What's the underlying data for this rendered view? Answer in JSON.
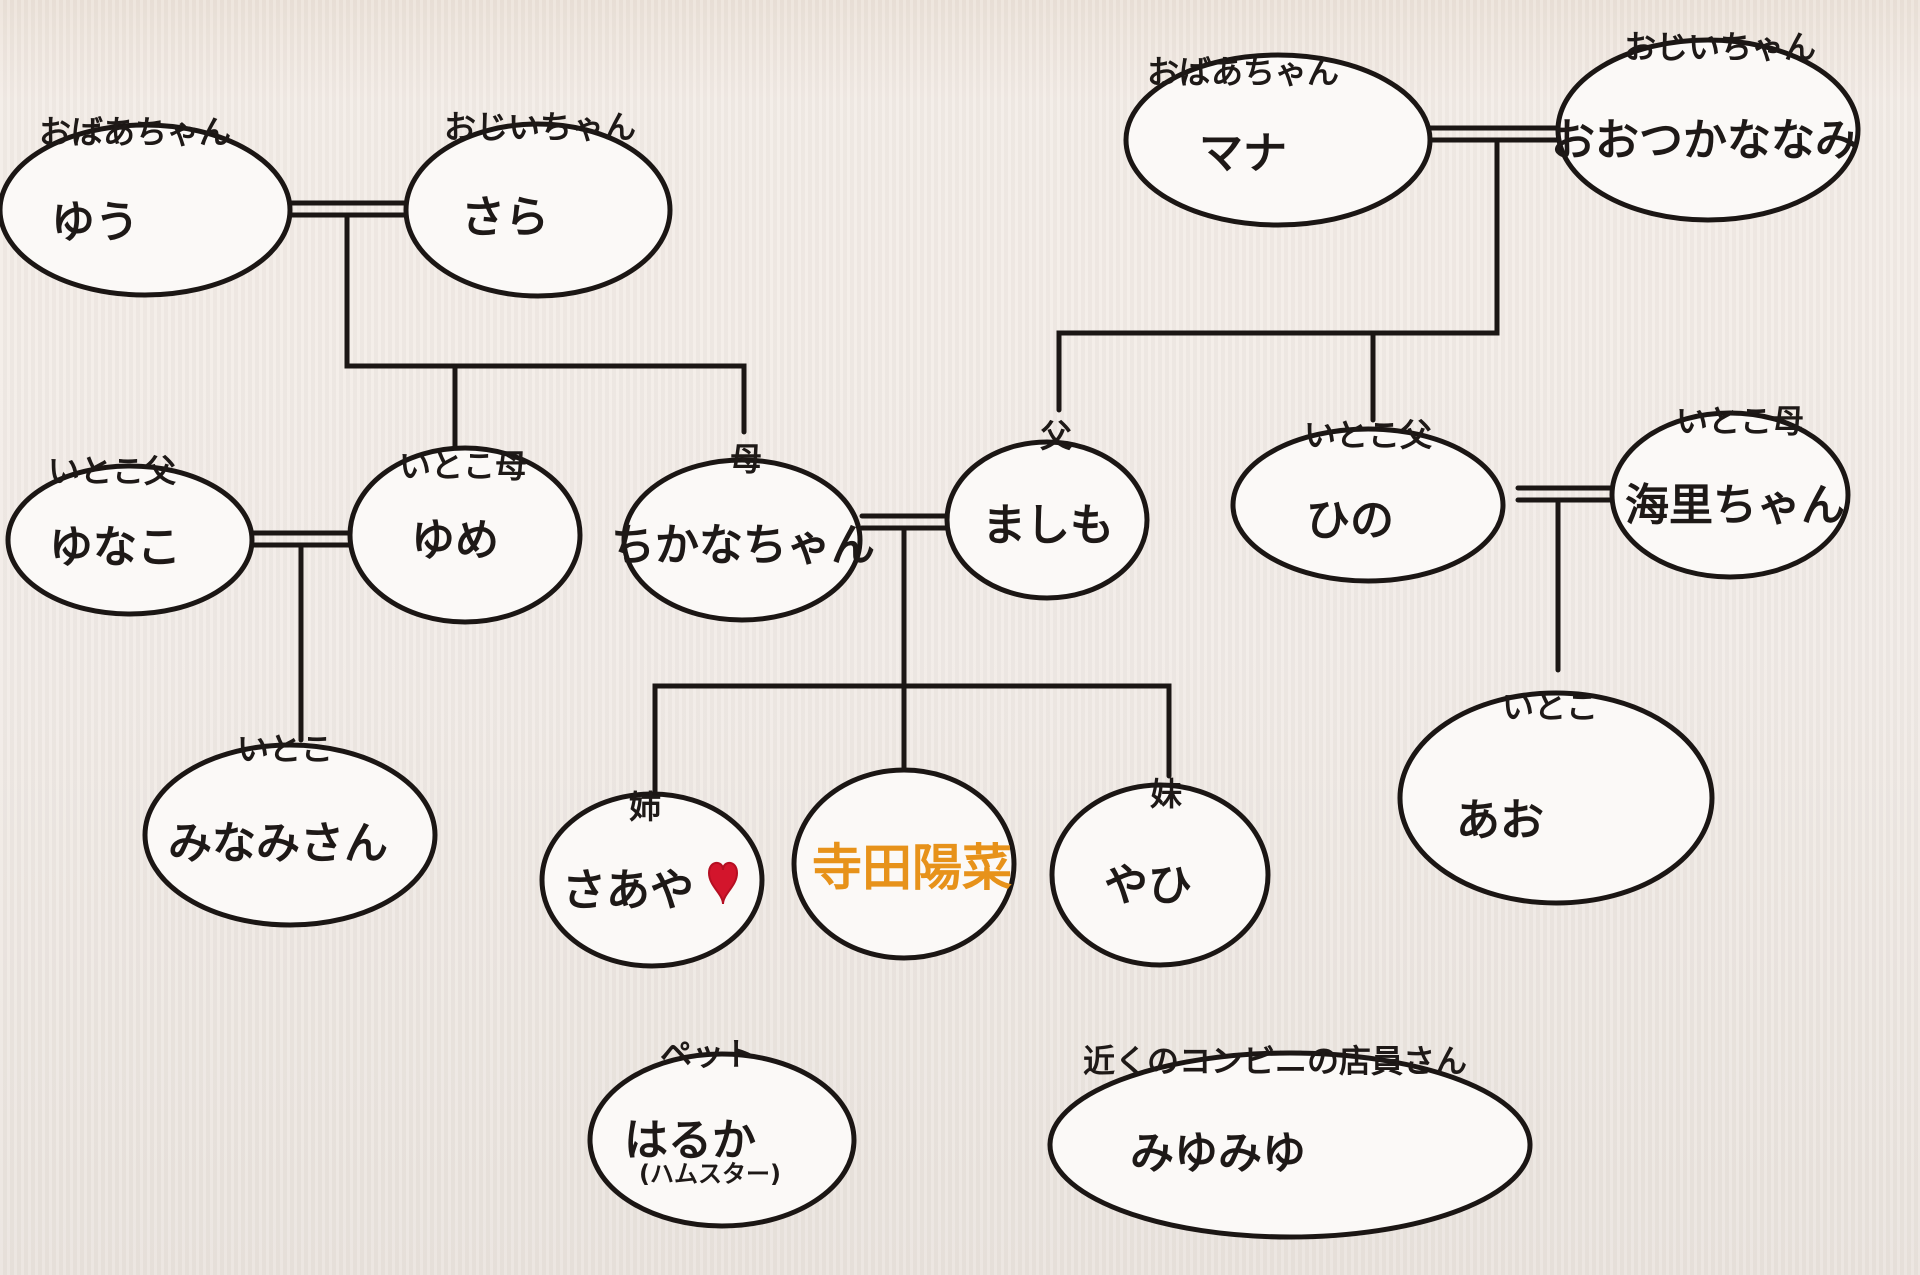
{
  "labels": {
    "top_left_grandma_title": "おばあちゃん",
    "top_left_grandma_name": "ゆう",
    "top_left_grandpa_title": "おじいちゃん",
    "top_left_grandpa_name": "さら",
    "top_right_grandma_title": "おばあちゃん",
    "top_right_grandma_name": "マナ",
    "top_right_grandpa_title": "おじいちゃん",
    "top_right_grandpa_name": "おおつかななみ",
    "cousin_father_left_title": "いとこ父",
    "cousin_father_left_name": "ゆなこ",
    "cousin_mother_left_title": "いとこ母",
    "cousin_mother_left_name": "ゆめ",
    "mother_title": "母",
    "mother_name": "ちかなちゃん",
    "father_title": "父",
    "father_name": "ましも",
    "cousin_father_right_title": "いとこ父",
    "cousin_father_right_name": "ひの",
    "cousin_mother_right_title": "いとこ母",
    "cousin_mother_right_name": "海里ちゃん",
    "cousin_left_title": "いとこ",
    "cousin_left_name": "みなみさん",
    "older_sister_title": "姉",
    "older_sister_name": "さあや",
    "self_name": "寺田陽菜",
    "younger_sister_title": "妹",
    "younger_sister_name": "やひ",
    "cousin_right_title": "いとこ",
    "cousin_right_name": "あお",
    "pet_title": "ペット",
    "pet_name": "はるか",
    "pet_note": "(ハムスター)",
    "clerk_title": "近くのコンビニの店員さん",
    "clerk_name": "みゆみゆ"
  },
  "colors": {
    "ink": "#1b1614",
    "self_name": "#e7921a",
    "heart": "#d3152c"
  },
  "icons": {
    "heart": "heart-icon"
  }
}
